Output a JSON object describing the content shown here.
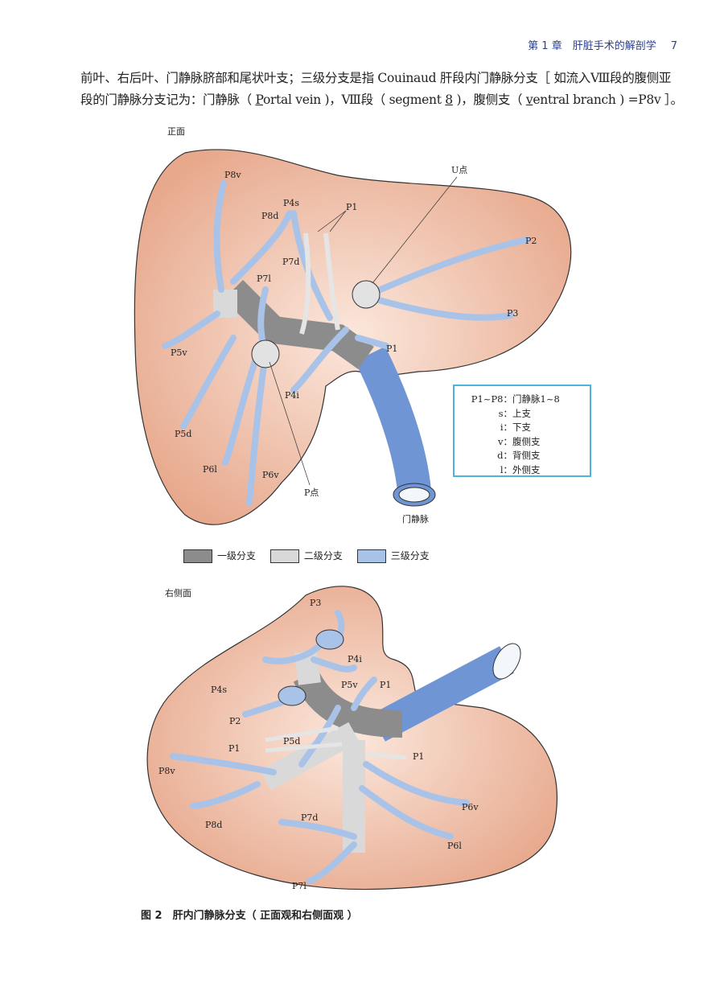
{
  "header": {
    "chapter": "第 1 章　肝脏手术的解剖学",
    "page": "7"
  },
  "paragraph": {
    "line1": "前叶、右后叶、门静脉脐部和尾状叶支；三级分支是指 Couinaud 肝段内门静脉分支［ 如流入Ⅷ段的腹侧亚",
    "line2a": "段的门静脉分支记为：门静脉（ ",
    "p": "P",
    "line2b": "ortal vein )，Ⅷ段（ segment ",
    "eight": "8",
    "line2c": " )，腹侧支（ ",
    "v": "v",
    "line2d": "entral branch ) =P8v ］。"
  },
  "front": {
    "title": "正面",
    "labels": {
      "p8v": "P8v",
      "p4s": "P4s",
      "p1a": "P1",
      "u": "U点",
      "p8d": "P8d",
      "p2": "P2",
      "p7d": "P7d",
      "p7l": "P7l",
      "p3": "P3",
      "p1b": "P1",
      "p5v": "P5v",
      "p4i": "P4i",
      "p5d": "P5d",
      "p6l": "P6l",
      "p6v": "P6v",
      "p": "P点",
      "pv": "门静脉"
    }
  },
  "legend_box": [
    {
      "k": "P1~P8：",
      "v": "门静脉1~8"
    },
    {
      "k": "s：",
      "v": "上支"
    },
    {
      "k": "i：",
      "v": "下支"
    },
    {
      "k": "v：",
      "v": "腹侧支"
    },
    {
      "k": "d：",
      "v": "背侧支"
    },
    {
      "k": "l：",
      "v": "外侧支"
    }
  ],
  "keys": [
    {
      "label": "一级分支",
      "color": "#8c8c8c"
    },
    {
      "label": "二级分支",
      "color": "#d9d9d9"
    },
    {
      "label": "三级分支",
      "color": "#a9c3e8"
    }
  ],
  "side": {
    "title": "右侧面",
    "labels": {
      "p3": "P3",
      "p4i": "P4i",
      "p4s": "P4s",
      "p5v": "P5v",
      "p1a": "P1",
      "p2": "P2",
      "p5d": "P5d",
      "p1b": "P1",
      "p1c": "P1",
      "p8v": "P8v",
      "p6v": "P6v",
      "p8d": "P8d",
      "p7d": "P7d",
      "p6l": "P6l",
      "p7l": "P7l"
    }
  },
  "caption": "图 2　肝内门静脉分支（ 正面观和右侧面观 ）"
}
